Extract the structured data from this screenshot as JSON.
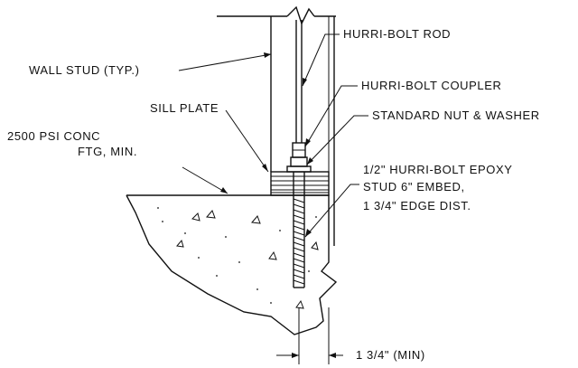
{
  "labels": {
    "wall_stud": "WALL STUD (TYP.)",
    "hurri_bolt_rod": "HURRI-BOLT ROD",
    "hurri_bolt_coupler": "HURRI-BOLT COUPLER",
    "sill_plate": "SILL PLATE",
    "standard_nut": "STANDARD NUT & WASHER",
    "conc_line1": "2500 PSI CONC",
    "conc_line2": "FTG, MIN.",
    "epoxy_line1": "1/2\" HURRI-BOLT EPOXY",
    "epoxy_line2": "STUD 6\" EMBED,",
    "epoxy_line3": "1 3/4\" EDGE DIST.",
    "dimension": "1 3/4\" (MIN)"
  },
  "colors": {
    "ink": "#111111",
    "background": "#ffffff"
  }
}
